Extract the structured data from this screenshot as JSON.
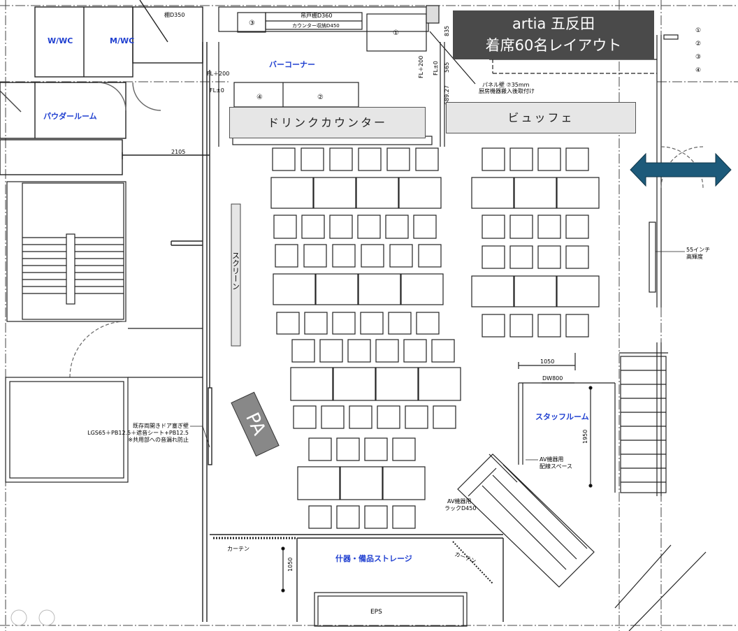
{
  "title": {
    "line1": "artia 五反田",
    "line2": "着席60名レイアウト"
  },
  "zones": {
    "drink_counter": "ドリンクカウンター",
    "buffet": "ビュッフェ",
    "screen": "スクリーン",
    "pa": "PA"
  },
  "rooms": {
    "wc1": "W/WC",
    "wc2": "M/WC",
    "powder_room": "パウダールーム",
    "bar_corner": "バーコーナー",
    "staff_room": "スタッフルーム",
    "storage": "什器・備品ストレージ",
    "eps": "EPS"
  },
  "notes": {
    "shelf_d350": "棚D350",
    "hanging_shelf": "吊戸棚D360",
    "counter_storage": "カウンター収納D450",
    "fl_plus200_left": "FL＋200",
    "fl_pm0_left": "FL±0",
    "fl_plus200_right": "FL＋200",
    "fl_pm0_right": "FL±0",
    "panel_wall_1": "パネル壁 ⑦35mm",
    "panel_wall_2": "厨房機器搬入後取付け",
    "dim_835": "835",
    "dim_565": "565",
    "dim_689": "689.27",
    "dim_2105": "2105",
    "dim_1050_staff": "1050",
    "dim_dw800": "DW800",
    "dim_1950": "1950",
    "dim_1050_storage": "1050",
    "display_1": "55インチ",
    "display_2": "高輝度",
    "door_note_1": "既存両開きドア塞ぎ壁",
    "door_note_2": "LGS65＋PB12.5＋遮音シート+PB12.5",
    "door_note_3": "※共用部への音漏れ防止",
    "av_space_1": "AV機器用",
    "av_space_2": "配線スペース",
    "av_rack_1": "AV機器用",
    "av_rack_2": "ラックD450",
    "curtain_left": "カーテン",
    "curtain_right": "カーテン"
  },
  "markers": {
    "m1": "①",
    "m2": "②",
    "m3": "③",
    "m4": "④",
    "legend": [
      "①",
      "②",
      "③",
      "④"
    ]
  },
  "colors": {
    "title_bg": "#4a4a4a",
    "arrow": "#1d5a7a",
    "room_label": "#1f3fd0",
    "zone_fill": "#e6e6e6"
  }
}
